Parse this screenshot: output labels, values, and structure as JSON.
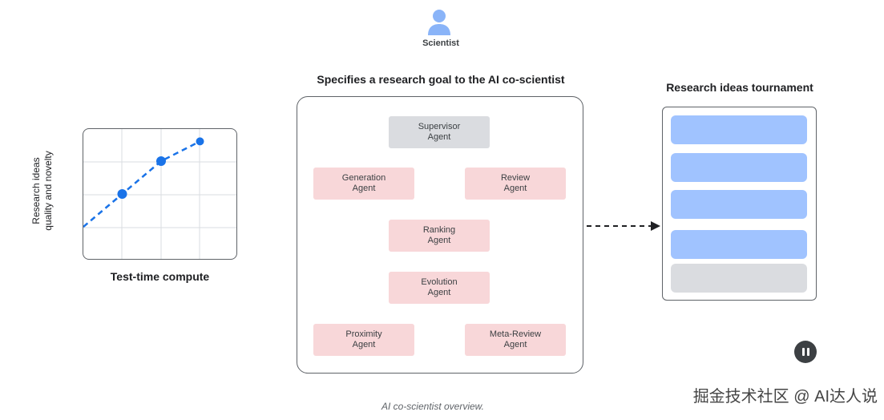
{
  "scientist": {
    "label": "Scientist",
    "icon": "person-icon",
    "icon_color": "#8ab4f8"
  },
  "chart": {
    "xlabel": "Test-time compute",
    "ylabel_line1": "Research ideas",
    "ylabel_line2": "quality and novelty"
  },
  "chart_data": {
    "type": "line",
    "title": "",
    "xlabel": "Test-time compute",
    "ylabel": "Research ideas quality and novelty",
    "grid": true,
    "series": [
      {
        "x": [
          0,
          1,
          2,
          3
        ],
        "y": [
          0,
          1,
          2,
          2.6
        ],
        "style": "dashed",
        "color": "#1a73e8"
      }
    ]
  },
  "center": {
    "title": "Specifies a research goal to the AI co-scientist",
    "agents": {
      "supervisor": "Supervisor\nAgent",
      "generation": "Generation\nAgent",
      "review": "Review\nAgent",
      "ranking": "Ranking\nAgent",
      "evolution": "Evolution\nAgent",
      "proximity": "Proximity\nAgent",
      "meta_review": "Meta-Review\nAgent"
    }
  },
  "tournament": {
    "title": "Research ideas tournament",
    "bar_colors": [
      "#a0c3ff",
      "#a0c3ff",
      "#a0c3ff",
      "#a0c3ff",
      "#dadce0"
    ]
  },
  "caption": "AI co-scientist overview.",
  "watermark": "掘金技术社区 @ AI达人说",
  "controls": {
    "pause_icon": "pause-icon"
  }
}
